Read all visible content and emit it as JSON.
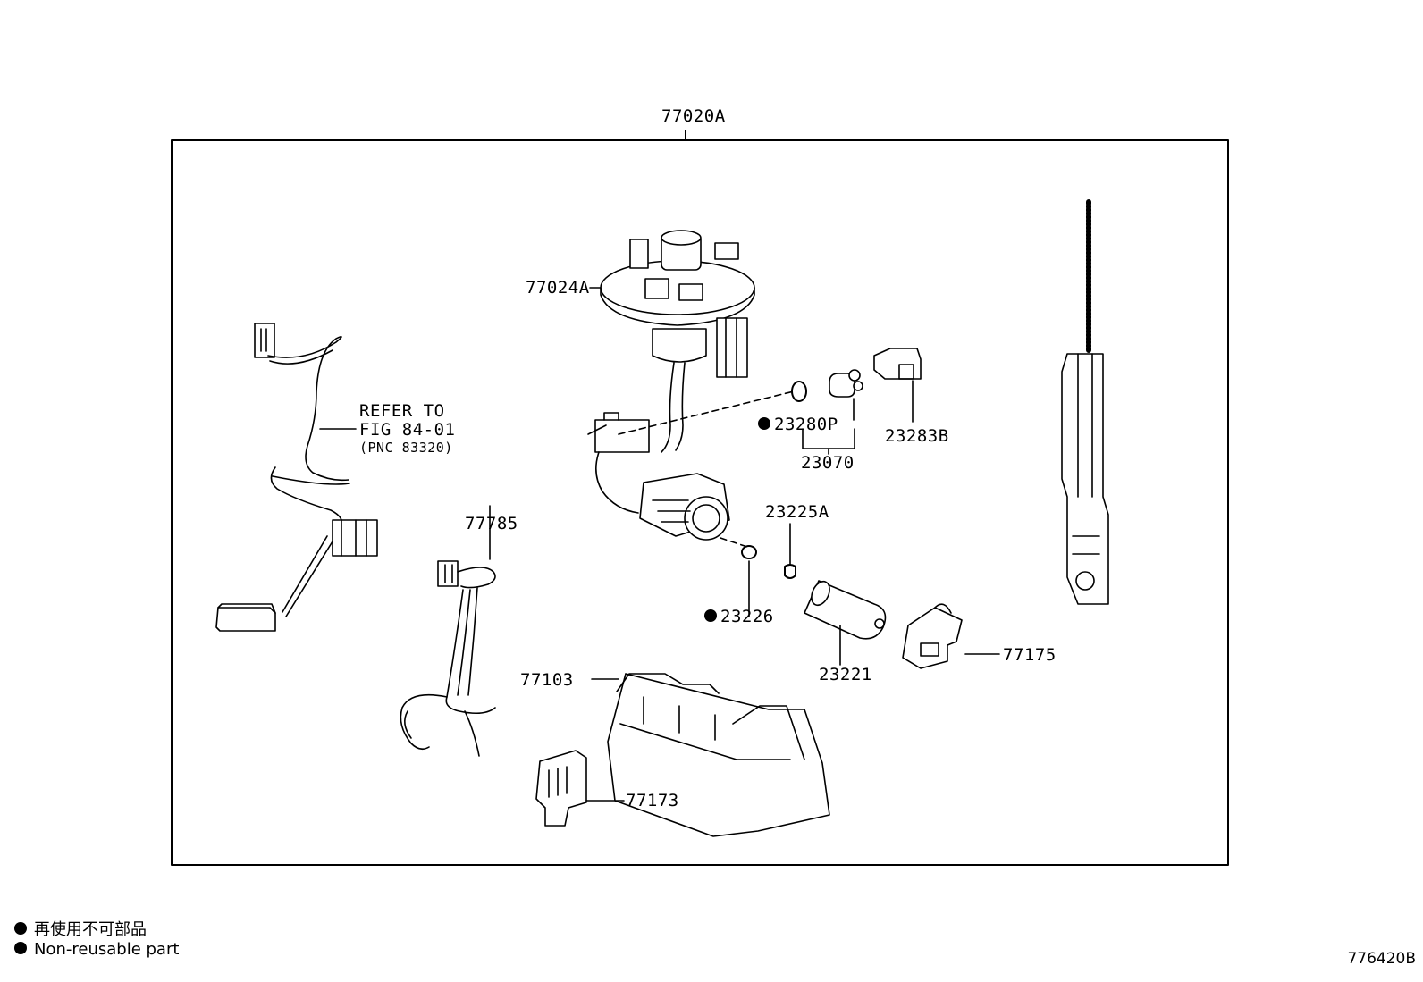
{
  "diagram": {
    "assembly_label": "77020A",
    "parts": {
      "p77024A": "77024A",
      "p23280P": "23280P",
      "p23283B": "23283B",
      "p23070": "23070",
      "p23225A": "23225A",
      "p23226": "23226",
      "p23221": "23221",
      "p77175": "77175",
      "p77785": "77785",
      "p77103": "77103",
      "p77173": "77173"
    },
    "refer": {
      "line1": "REFER TO",
      "line2": "FIG 84-01",
      "line3": "(PNC 83320)"
    }
  },
  "legend": {
    "jp": "再使用不可部品",
    "en": "Non-reusable part"
  },
  "figure_id": "776420B"
}
